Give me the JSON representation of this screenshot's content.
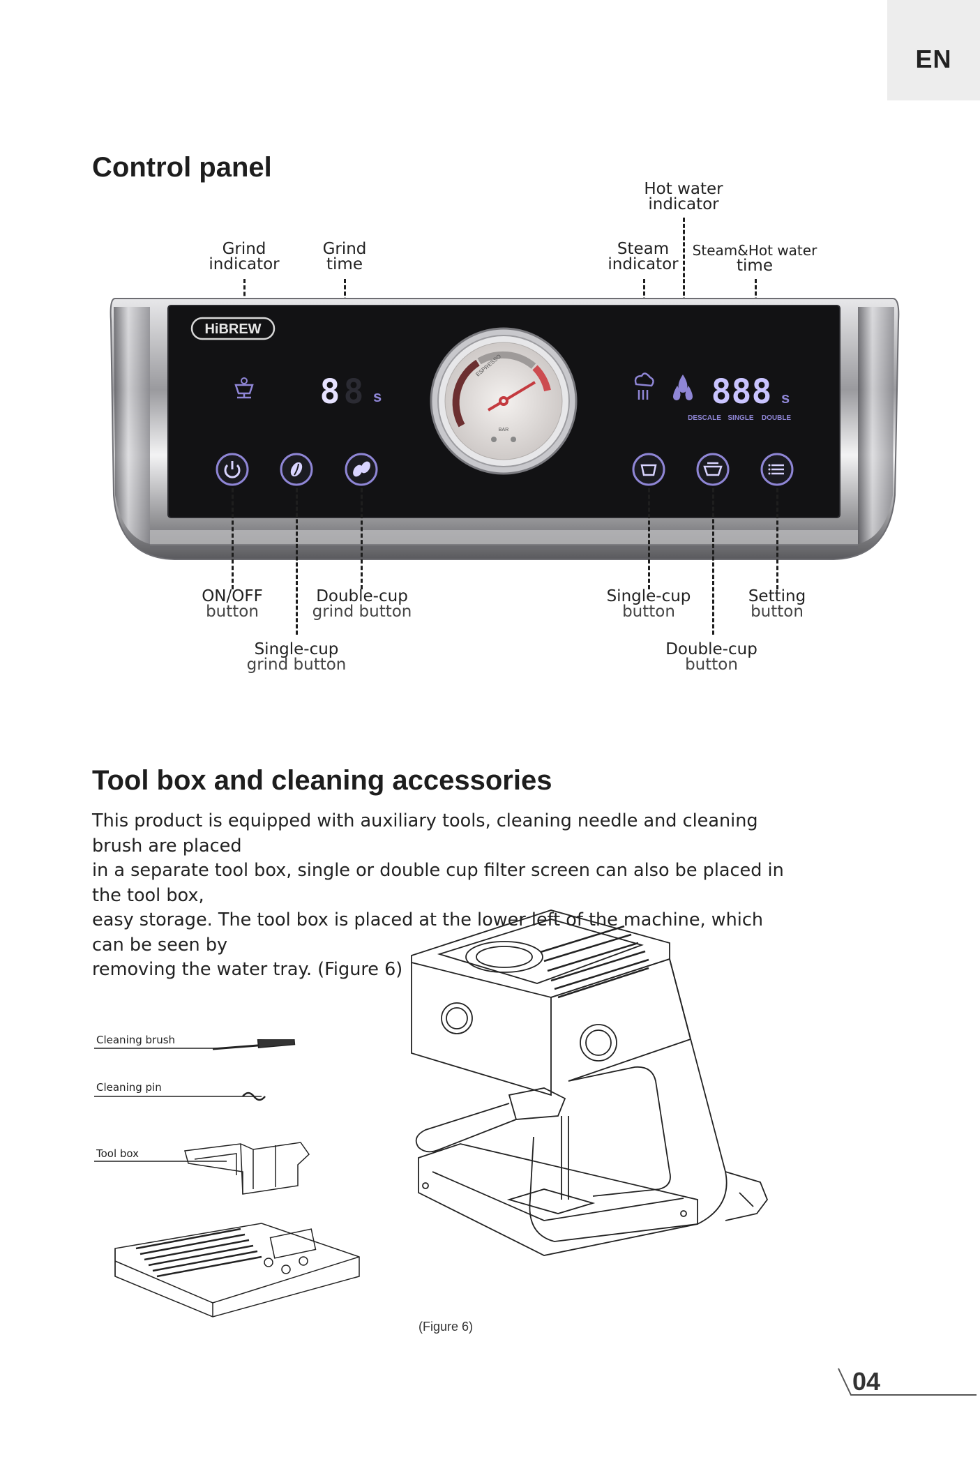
{
  "header": {
    "language": "EN"
  },
  "control_panel": {
    "title": "Control panel",
    "brand": "HiBREW",
    "display_left": "8",
    "display_left_unit": "s",
    "display_right": "888",
    "display_right_unit": "s",
    "right_display_labels": [
      "DESCALE",
      "SINGLE",
      "DOUBLE"
    ],
    "gauge_label": "ESPRESSO",
    "gauge_unit": "BAR",
    "labels": {
      "grind_indicator": [
        "Grind",
        "indicator"
      ],
      "grind_time": [
        "Grind",
        "time"
      ],
      "hot_water_indicator": [
        "Hot water",
        "indicator"
      ],
      "steam_indicator": [
        "Steam",
        "indicator"
      ],
      "steam_hot_water_time": [
        "Steam&Hot water",
        "time"
      ],
      "on_off_button": [
        "ON/OFF",
        "button"
      ],
      "double_cup_grind_button": [
        "Double-cup",
        "grind button"
      ],
      "single_cup_grind_button": [
        "Single-cup",
        "grind button"
      ],
      "single_cup_button": [
        "Single-cup",
        "button"
      ],
      "setting_button": [
        "Setting",
        "button"
      ],
      "double_cup_button": [
        "Double-cup",
        "button"
      ]
    }
  },
  "toolbox": {
    "title": "Tool box and cleaning accessories",
    "paragraph_lines": [
      "This product is equipped with auxiliary tools, cleaning needle and cleaning brush are placed",
      "in a separate tool box, single or double cup filter screen can also be placed in the tool box,",
      "easy storage. The tool box is placed at the lower left of the machine, which can be seen by",
      "removing the water tray. (Figure 6)"
    ],
    "accessory_labels": {
      "brush": "Cleaning brush",
      "pin": "Cleaning pin",
      "box": "Tool box"
    },
    "caption": "(Figure 6)"
  },
  "footer": {
    "page_number": "04"
  },
  "colors": {
    "accent_purple": "#8f86d6",
    "panel_black": "#121214",
    "tab_gray": "#ededed"
  }
}
